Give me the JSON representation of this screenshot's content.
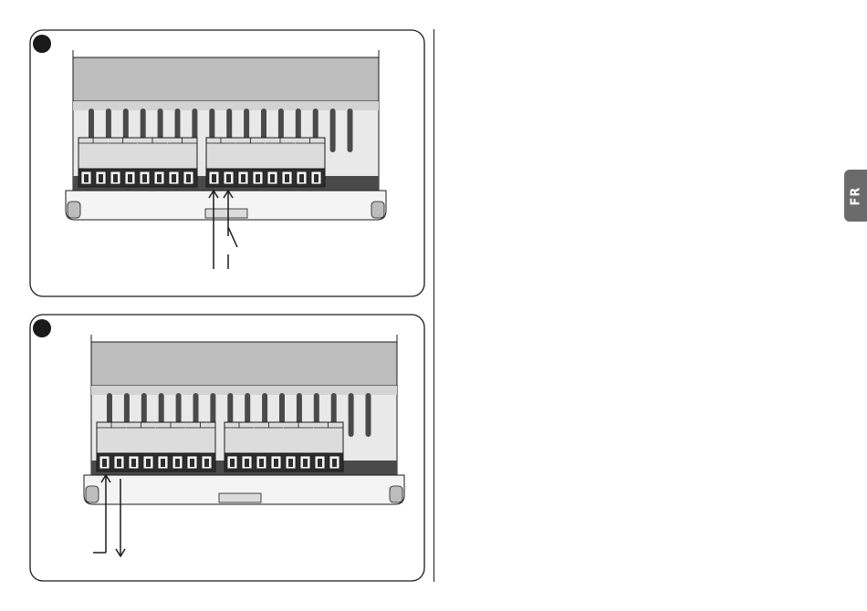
{
  "side_tab": {
    "label": "FR"
  },
  "figures": [
    {
      "id": "figure-1",
      "wiring": "two-wire-with-switch"
    },
    {
      "id": "figure-2",
      "wiring": "loop-in-out"
    }
  ],
  "colors": {
    "line": "#1a1a1a",
    "panel_light": "#e9e9e9",
    "panel_mid": "#bdbdbd",
    "panel_dark": "#4a4a4a",
    "terminal_dark": "#2e2e2e",
    "tab_bg": "#6b6b6b"
  }
}
